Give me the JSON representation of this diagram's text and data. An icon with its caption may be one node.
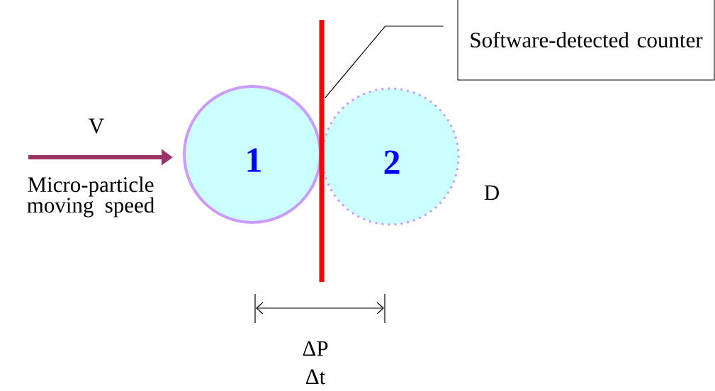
{
  "diagram": {
    "nodes": [
      {
        "text": [
          "1"
        ]
      },
      {
        "text": [
          "2"
        ]
      },
      {
        "text": [
          "Software-detected counter"
        ]
      },
      {
        "text": [],
        "shape": "bar"
      }
    ],
    "edges": [
      {
        "from": 2,
        "to": 3,
        "arrow": "none"
      }
    ],
    "labels": [
      "V",
      "Micro-particle moving speed",
      "D",
      "ΔP",
      "Δt"
    ]
  }
}
